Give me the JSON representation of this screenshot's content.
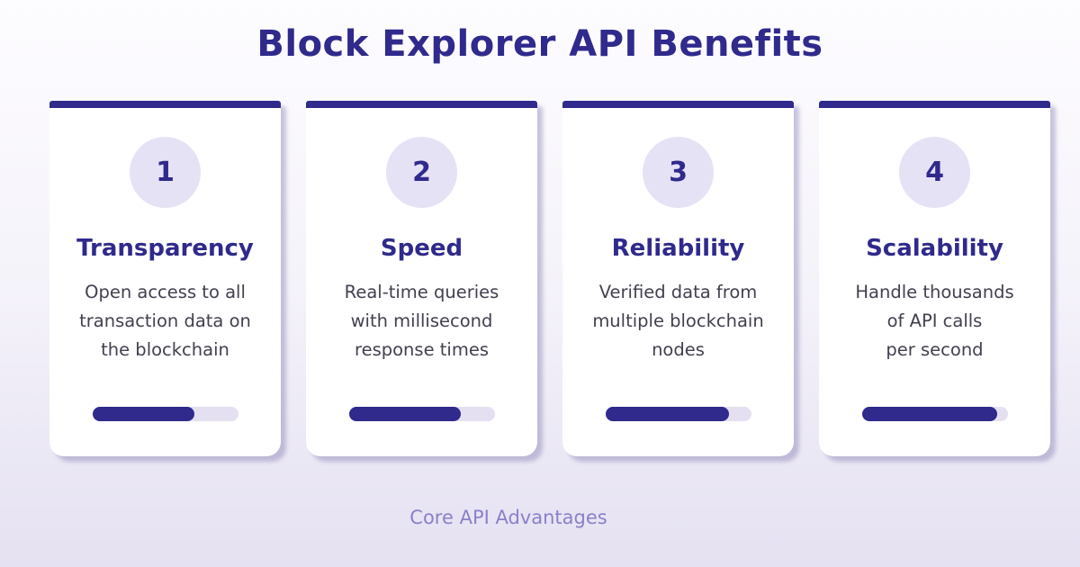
{
  "title": "Block Explorer API Benefits",
  "footer": {
    "label": "Core API Advantages"
  },
  "colors": {
    "accent": "#2f2a8c",
    "circle_bg": "#e6e2f6",
    "track_bg": "#e4e0f1",
    "body_text": "#42404f",
    "footer_text": "#8b80c9",
    "card_bg": "#ffffff",
    "background_top": "#fdfcff",
    "background_bottom": "#e5e1f2"
  },
  "cards": [
    {
      "number": "1",
      "title": "Transparency",
      "description": "Open access to all\ntransaction data on\nthe blockchain",
      "progress_percent": 70
    },
    {
      "number": "2",
      "title": "Speed",
      "description": "Real-time queries\nwith millisecond\nresponse times",
      "progress_percent": 77
    },
    {
      "number": "3",
      "title": "Reliability",
      "description": "Verified data from\nmultiple blockchain\nnodes",
      "progress_percent": 85
    },
    {
      "number": "4",
      "title": "Scalability",
      "description": "Handle thousands\nof API calls\nper second",
      "progress_percent": 93
    }
  ]
}
